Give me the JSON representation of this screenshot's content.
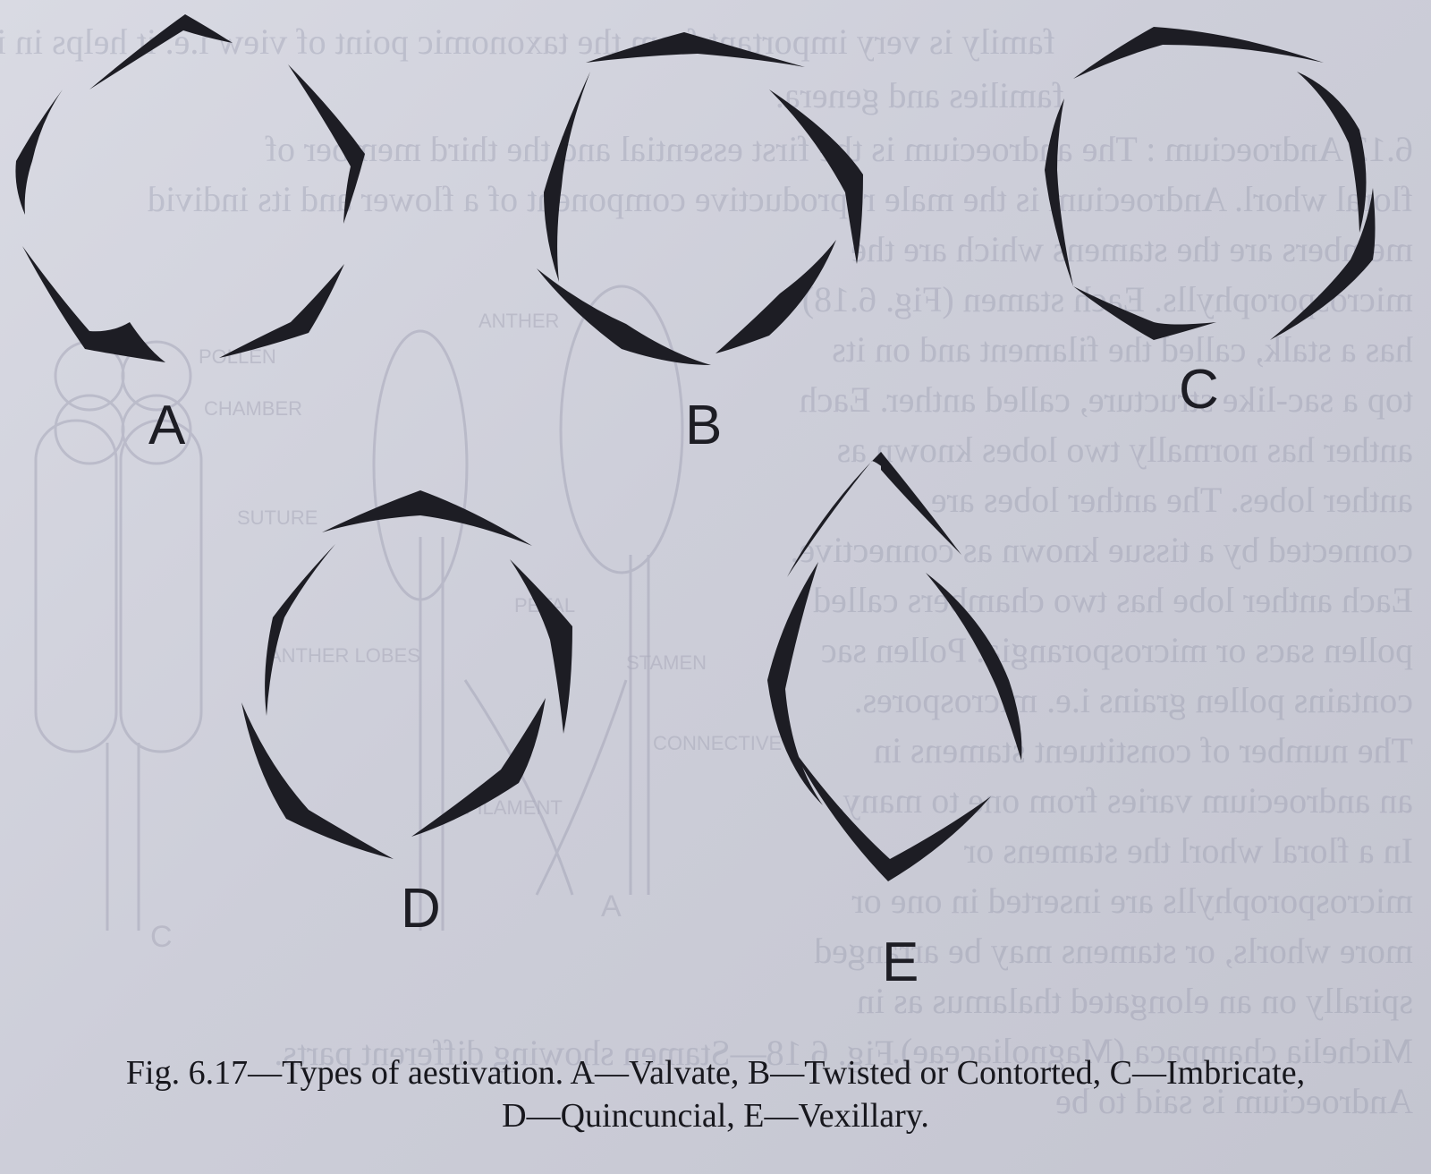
{
  "figure": {
    "caption_line1": "Fig. 6.17—Types of aestivation. A—Valvate, B—Twisted or Contorted, C—Imbricate,",
    "caption_line2": "D—Quincuncial, E—Vexillary."
  },
  "panels": [
    {
      "id": "A",
      "label": "A",
      "name": "Valvate"
    },
    {
      "id": "B",
      "label": "B",
      "name": "Twisted or Contorted"
    },
    {
      "id": "C",
      "label": "C",
      "name": "Imbricate"
    },
    {
      "id": "D",
      "label": "D",
      "name": "Quincuncial"
    },
    {
      "id": "E",
      "label": "E",
      "name": "Vexillary"
    }
  ],
  "bleed_through": {
    "labels": [
      "POLLEN",
      "CHAMBER",
      "ANTHER",
      "SUTURE",
      "ANTHER LOBES",
      "PETAL",
      "STAMEN",
      "FILAMENT",
      "CONNECTIVE",
      "C",
      "A"
    ],
    "caption": "Fig. 6.18—Stamen showing different parts."
  },
  "colors": {
    "ink": "#1d1d24",
    "paper": "#d3d4de",
    "bleed": "#9d9eb2"
  }
}
